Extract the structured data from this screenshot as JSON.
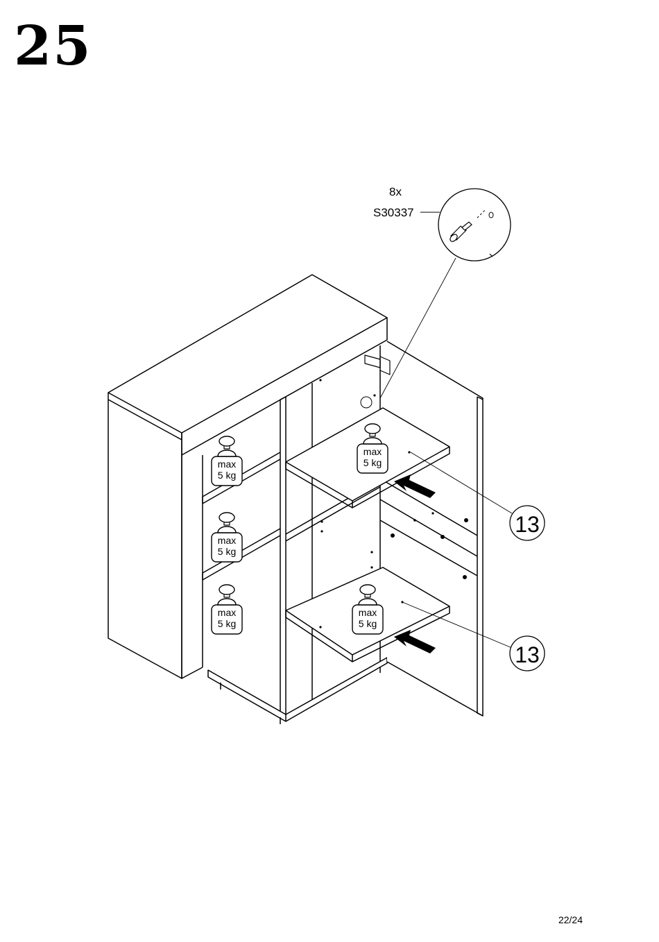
{
  "step": {
    "number": "25"
  },
  "part": {
    "quantity": "8x",
    "code": "S30337"
  },
  "callouts": [
    {
      "label": "13"
    },
    {
      "label": "13"
    }
  ],
  "weights": [
    {
      "line1": "max",
      "line2": "5 kg"
    },
    {
      "line1": "max",
      "line2": "5 kg"
    },
    {
      "line1": "max",
      "line2": "5 kg"
    },
    {
      "line1": "max",
      "line2": "5 kg"
    },
    {
      "line1": "max",
      "line2": "5 kg"
    }
  ],
  "page": {
    "counter": "22/24"
  }
}
